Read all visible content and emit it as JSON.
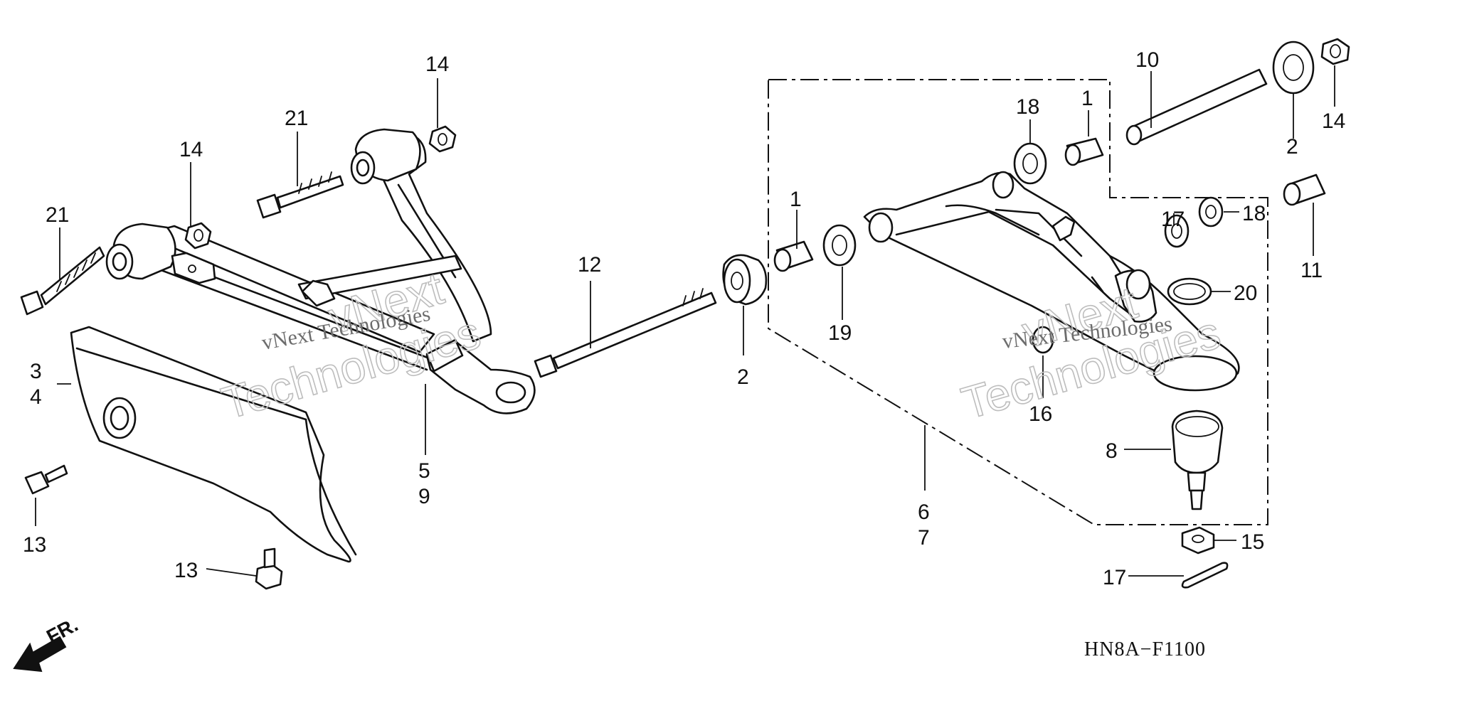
{
  "diagram": {
    "code": "HN8A−F1100",
    "front_label": "FR.",
    "watermark": {
      "line1": "vNext",
      "line2": "vNext Technologies",
      "line3": "Technologies"
    },
    "callouts": [
      {
        "id": "c1a",
        "text": "1"
      },
      {
        "id": "c1b",
        "text": "1"
      },
      {
        "id": "c2a",
        "text": "2"
      },
      {
        "id": "c2b",
        "text": "2"
      },
      {
        "id": "c3",
        "text": "3"
      },
      {
        "id": "c4",
        "text": "4"
      },
      {
        "id": "c5",
        "text": "5"
      },
      {
        "id": "c6",
        "text": "6"
      },
      {
        "id": "c7",
        "text": "7"
      },
      {
        "id": "c8",
        "text": "8"
      },
      {
        "id": "c9",
        "text": "9"
      },
      {
        "id": "c10",
        "text": "10"
      },
      {
        "id": "c11",
        "text": "11"
      },
      {
        "id": "c12",
        "text": "12"
      },
      {
        "id": "c13a",
        "text": "13"
      },
      {
        "id": "c13b",
        "text": "13"
      },
      {
        "id": "c14a",
        "text": "14"
      },
      {
        "id": "c14b",
        "text": "14"
      },
      {
        "id": "c14c",
        "text": "14"
      },
      {
        "id": "c15",
        "text": "15"
      },
      {
        "id": "c16",
        "text": "16"
      },
      {
        "id": "c17a",
        "text": "17"
      },
      {
        "id": "c17b",
        "text": "17"
      },
      {
        "id": "c18a",
        "text": "18"
      },
      {
        "id": "c18b",
        "text": "18"
      },
      {
        "id": "c19",
        "text": "19"
      },
      {
        "id": "c20",
        "text": "20"
      },
      {
        "id": "c21a",
        "text": "21"
      },
      {
        "id": "c21b",
        "text": "21"
      }
    ]
  }
}
